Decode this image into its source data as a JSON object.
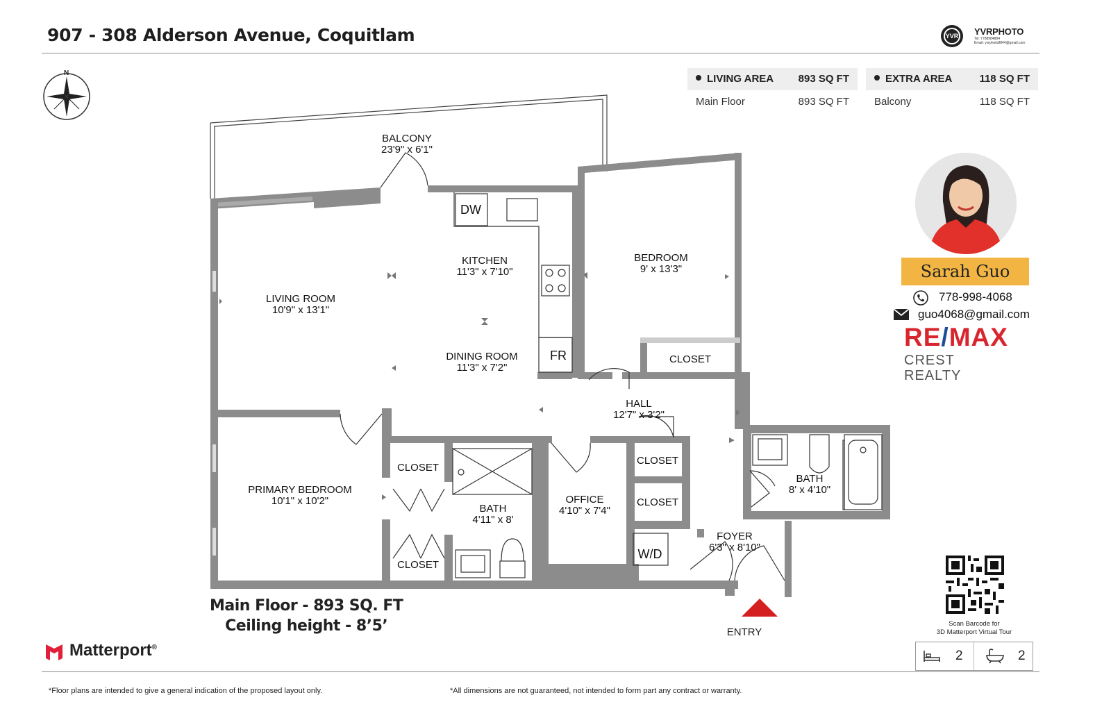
{
  "header": {
    "title": "907 - 308 Alderson Avenue, Coquitlam",
    "photographer": {
      "brand": "YVRPHOTO",
      "badge": "YVR",
      "tel": "Tel:  7788984884",
      "email": "Email:  yvrphoto8844@gmail.com"
    }
  },
  "areas": {
    "living": {
      "label": "LIVING AREA",
      "value": "893 SQ FT",
      "rows": [
        {
          "label": "Main Floor",
          "value": "893 SQ FT"
        }
      ]
    },
    "extra": {
      "label": "EXTRA AREA",
      "value": "118 SQ FT",
      "rows": [
        {
          "label": "Balcony",
          "value": "118  SQ FT"
        }
      ]
    }
  },
  "agent": {
    "name": "Sarah  Guo",
    "phone": "778-998-4068",
    "email": "guo4068@gmail.com",
    "brokerage_top_left": "RE",
    "brokerage_top_slash": "/",
    "brokerage_top_right": "MAX",
    "brokerage_bottom": "CREST REALTY"
  },
  "rooms": {
    "balcony": {
      "name": "BALCONY",
      "dims": "23'9\" x 6'1\""
    },
    "kitchen": {
      "name": "KITCHEN",
      "dims": "11'3\" x 7'10\""
    },
    "living_room": {
      "name": "LIVING ROOM",
      "dims": "10'9\" x 13'1\""
    },
    "dining_room": {
      "name": "DINING ROOM",
      "dims": "11'3\" x 7'2\""
    },
    "bedroom": {
      "name": "BEDROOM",
      "dims": "9' x 13'3\""
    },
    "primary_bedroom": {
      "name": "PRIMARY BEDROOM",
      "dims": "10'1\" x 10'2\""
    },
    "hall": {
      "name": "HALL",
      "dims": "12'7\" x 3'2\""
    },
    "bath_1": {
      "name": "BATH",
      "dims": "4'11\" x 8'"
    },
    "bath_2": {
      "name": "BATH",
      "dims": "8' x 4'10\""
    },
    "office": {
      "name": "OFFICE",
      "dims": "4'10\" x 7'4\""
    },
    "foyer": {
      "name": "FOYER",
      "dims": "6'3\" x 8'10\""
    },
    "closets": [
      "CLOSET",
      "CLOSET",
      "CLOSET",
      "CLOSET",
      "CLOSET"
    ],
    "fixtures": {
      "dw": "DW",
      "fr": "FR",
      "wd": "W/D"
    },
    "entry": "ENTRY",
    "compass_n": "N"
  },
  "floor": {
    "line1": "Main Floor - 893 SQ. FT",
    "line2": "Ceiling height - 8’5’"
  },
  "branding": {
    "matterport": "Matterport",
    "registered": "®"
  },
  "tour": {
    "caption_line1": "Scan Barcode for",
    "caption_line2": "3D Matterport Virtual Tour",
    "bedrooms": "2",
    "bathrooms": "2"
  },
  "footer": {
    "left": "*Floor plans are intended to give a general indication of the proposed layout only.",
    "right": "*All dimensions are not guaranteed, not intended to form part any contract or warranty."
  },
  "colors": {
    "wall": "#8c8c8c",
    "accent_name": "#f2b544",
    "remax_red": "#d8262e",
    "remax_blue": "#1e4b9a",
    "entry_arrow": "#d42020"
  }
}
